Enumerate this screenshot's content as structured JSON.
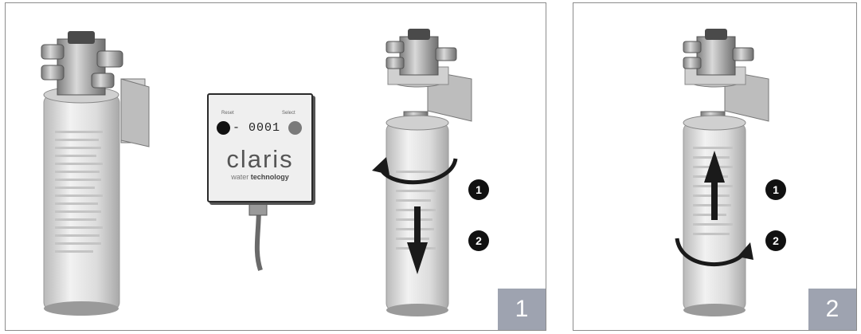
{
  "panels": [
    {
      "step": "1",
      "badges": [
        "1",
        "2"
      ]
    },
    {
      "step": "2",
      "badges": [
        "1",
        "2"
      ]
    }
  ],
  "counter": {
    "left_button_label": "Reset",
    "right_button_label": "Select",
    "display": "- 0001",
    "brand": "claris",
    "tagline_prefix": "water",
    "tagline_bold": "technology"
  },
  "colors": {
    "step_box": "#9ea3b0",
    "border": "#8c8c8c",
    "cartridge": "#d8d8d8",
    "arrow": "#1a1a1a"
  }
}
